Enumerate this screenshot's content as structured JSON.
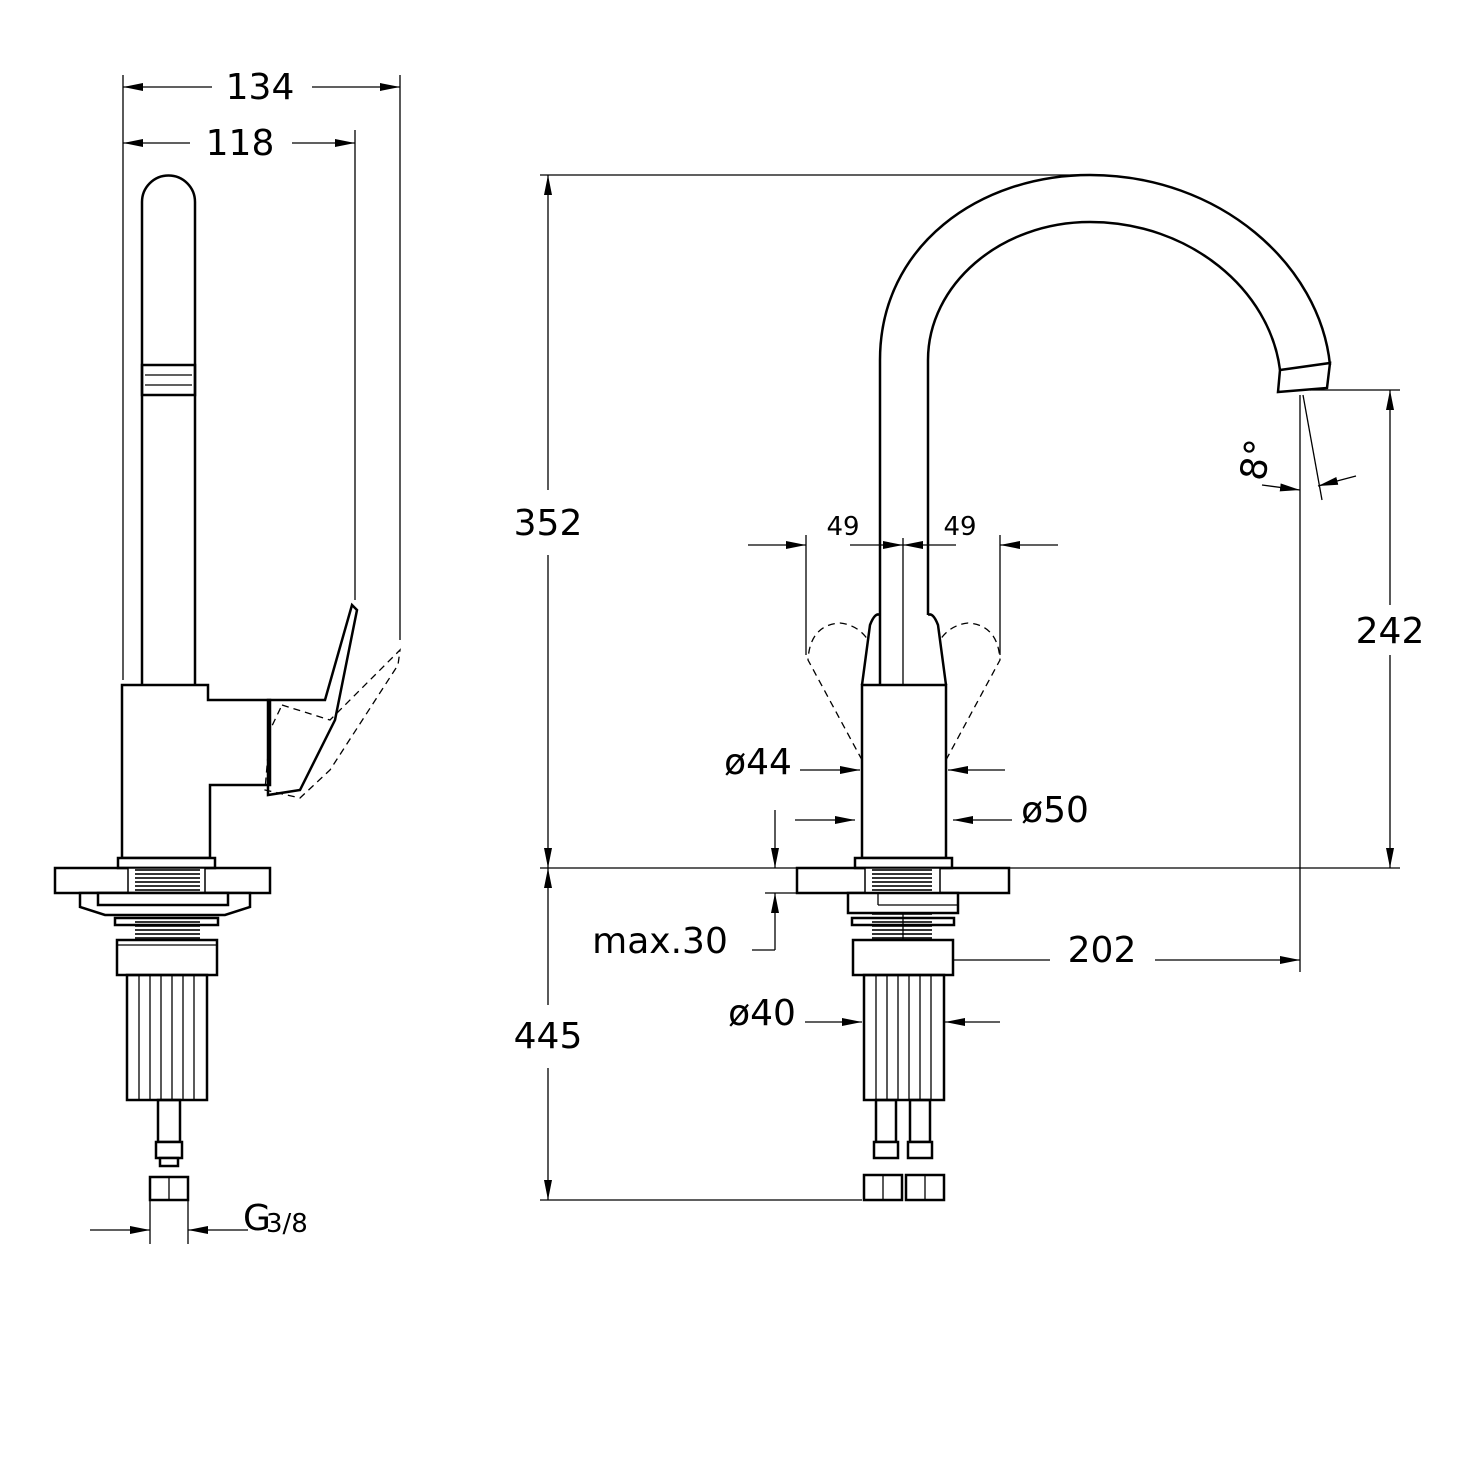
{
  "drawing": {
    "side_view": {
      "dim_overall_depth": "134",
      "dim_spout_depth": "118",
      "dim_connection_g": "G",
      "dim_connection_frac": "3/8"
    },
    "front_view": {
      "dim_total_height": "352",
      "dim_below_counter": "445",
      "dim_outlet_height": "242",
      "dim_reach": "202",
      "dim_angle": "8°",
      "dim_lever_left": "49",
      "dim_lever_right": "49",
      "dim_dia_44": "ø44",
      "dim_dia_50": "ø50",
      "dim_dia_40": "ø40",
      "dim_max_thickness": "max.30"
    },
    "line_color": "#000000",
    "background": "#ffffff"
  }
}
